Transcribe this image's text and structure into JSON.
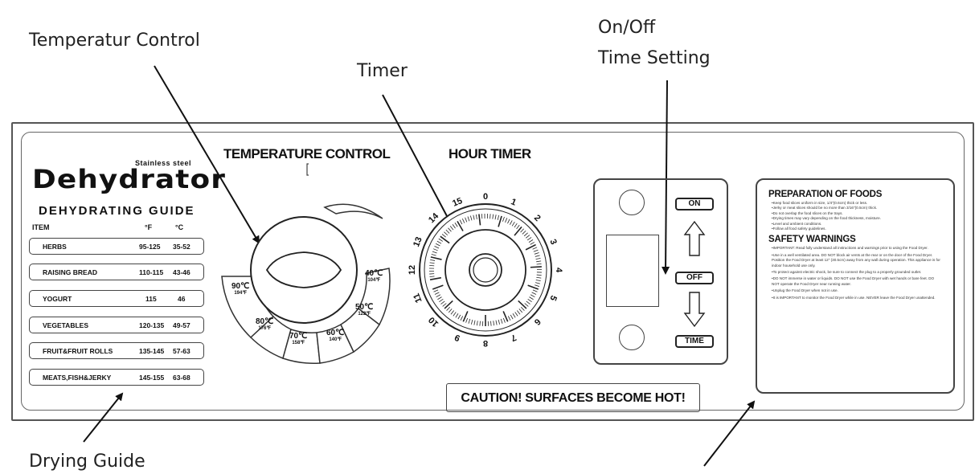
{
  "callouts": {
    "temperature": "Temperatur Control",
    "timer": "Timer",
    "onoff_line1": "On/Off",
    "onoff_line2": "Time Setting",
    "drying_guide": "Drying Guide"
  },
  "brand": {
    "small": "Stainless steel",
    "name": "Dehydrator"
  },
  "guide": {
    "title": "DEHYDRATING GUIDE",
    "col_item": "ITEM",
    "col_f": "°F",
    "col_c": "°C",
    "rows": [
      {
        "item": "HERBS",
        "f": "95-125",
        "c": "35-52"
      },
      {
        "item": "RAISING BREAD",
        "f": "110-115",
        "c": "43-46"
      },
      {
        "item": "YOGURT",
        "f": "115",
        "c": "46"
      },
      {
        "item": "VEGETABLES",
        "f": "120-135",
        "c": "49-57"
      },
      {
        "item": "FRUIT&FRUIT ROLLS",
        "f": "135-145",
        "c": "57-63"
      },
      {
        "item": "MEATS,FISH&JERKY",
        "f": "145-155",
        "c": "63-68"
      }
    ]
  },
  "temperature": {
    "title": "TEMPERATURE CONTROL",
    "settings": [
      {
        "c": "90℃",
        "f": "194℉"
      },
      {
        "c": "80℃",
        "f": "176℉"
      },
      {
        "c": "70℃",
        "f": "158℉"
      },
      {
        "c": "60℃",
        "f": "140℉"
      },
      {
        "c": "50℃",
        "f": "122℉"
      },
      {
        "c": "40℃",
        "f": "104℉"
      }
    ]
  },
  "timer": {
    "title": "HOUR TIMER",
    "ticks": [
      "0",
      "1",
      "2",
      "3",
      "4",
      "5",
      "6",
      "7",
      "8",
      "9",
      "10",
      "11",
      "12",
      "13",
      "14",
      "15"
    ]
  },
  "switch": {
    "on": "ON",
    "off": "OFF",
    "time": "TIME"
  },
  "caution": "CAUTION! SURFACES BECOME HOT!",
  "info": {
    "prep_title": "PREPARATION OF FOODS",
    "prep_items": [
      "Keep food slices uniform in size, 1/4\"(0.6cm) thick or less.",
      "Jerky or meat slices should be no more than 3/16\"(0.5cm) thick.",
      "Do not overlap the food slices on the trays.",
      "Drying times may vary depending on the food thickness, moisture.",
      "Level and ambient conditions.",
      "Follow all food safety guidelines."
    ],
    "safety_title": "SAFETY WARNINGS",
    "safety_items": [
      "IMPORTANT: Read fully understand all instructions and warnings prior to using the Food Dryer.",
      "Use in a well ventilated area. DO NOT block air vents at the rear or on the door of the Food Dryer. Position the Food Dryer at least 12\" (30.5cm) away from any wall during operation. This appliance is for indoor household use only.",
      "To protect against electric shock, be sure to connect the plug to a properly grounded outlet.",
      "DO NOT immerse in water or liquids. DO NOT use the Food Dryer with wet hands or bare feet. DO NOT operate the Food Dryer near running water.",
      "Unplug the Food Dryer when not in use.",
      "It is IMPORTANT to monitor the Food Dryer while in use. NEVER leave the Food Dryer unattended."
    ]
  }
}
